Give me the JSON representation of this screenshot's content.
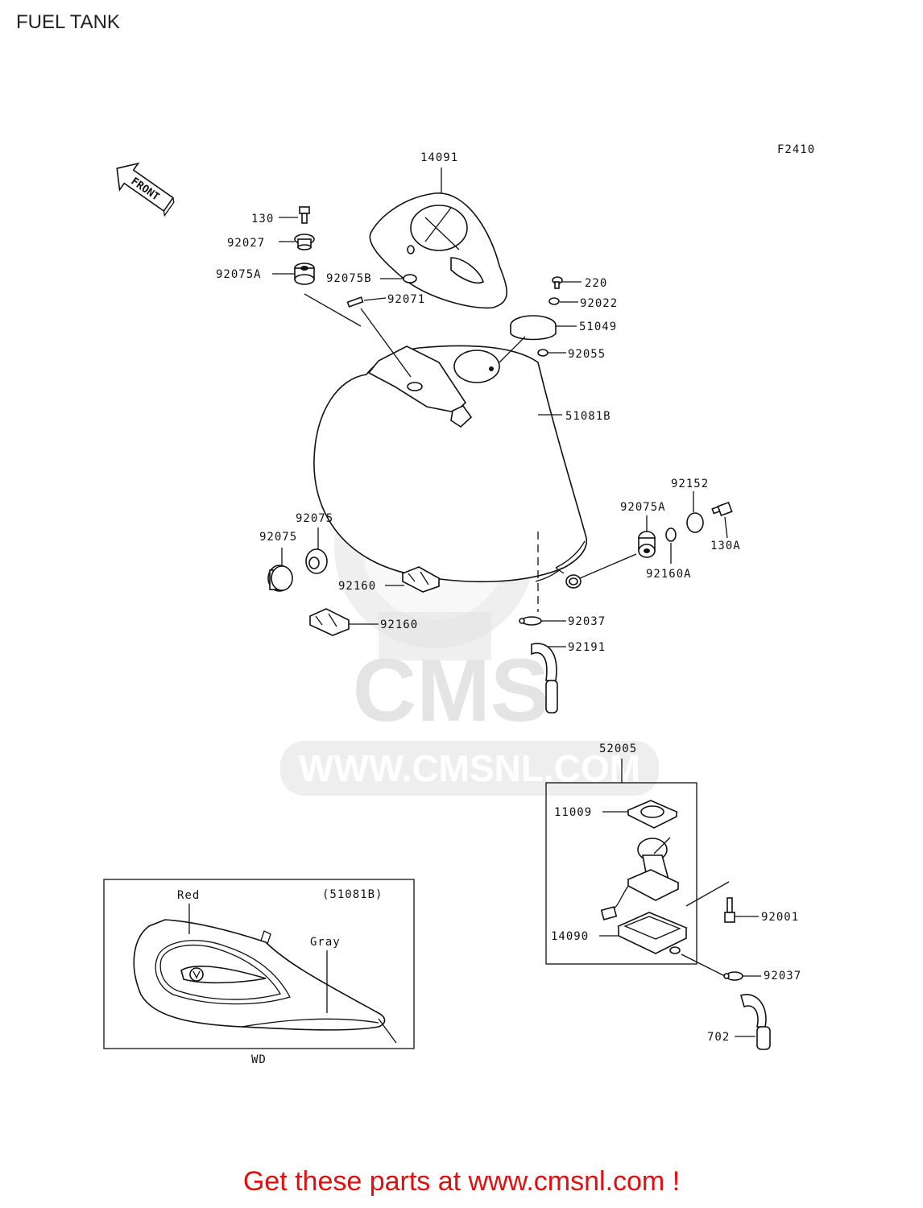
{
  "title": "FUEL TANK",
  "diagram_code": "F2410",
  "front_label": "FRONT",
  "watermark": {
    "brand": "CMS",
    "url": "WWW.CMSNL.COM"
  },
  "parts": {
    "p14091": "14091",
    "p130": "130",
    "p92027": "92027",
    "p92075A_top": "92075A",
    "p92075B": "92075B",
    "p92071": "92071",
    "p220": "220",
    "p92022": "92022",
    "p51049": "51049",
    "p92055": "92055",
    "p51081B": "51081B",
    "p92152": "92152",
    "p92075A_right": "92075A",
    "p130A": "130A",
    "p92160A": "92160A",
    "p92075_a": "92075",
    "p92075_b": "92075",
    "p92160_a": "92160",
    "p92160_b": "92160",
    "p92037_a": "92037",
    "p92191": "92191",
    "p52005": "52005",
    "p11009": "11009",
    "p92001": "92001",
    "p14090": "14090",
    "p92037_b": "92037",
    "p702": "702"
  },
  "inset": {
    "ref": "(51081B)",
    "color_top": "Red",
    "color_side": "Gray",
    "caption": "WD"
  },
  "cta": "Get these parts at www.cmsnl.com !",
  "colors": {
    "cta": "#e01010",
    "watermark": "#e2e2e2",
    "line": "#111111"
  }
}
